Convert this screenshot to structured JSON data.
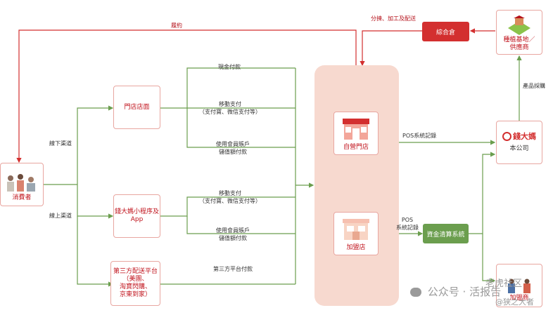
{
  "edges": {
    "fulfillment": "履約",
    "sorting": "分揀、加工及配送",
    "offline": "線下渠道",
    "online": "線上渠道",
    "cash": "現金付款",
    "mobile1": [
      "移動支付",
      "（支付寶、微信支付等）"
    ],
    "member1": [
      "使用會員賬戶",
      "儲值額付款"
    ],
    "mobile2": [
      "移動支付",
      "（支付寶、微信支付等）"
    ],
    "member2": [
      "使用會員賬戶",
      "儲值額付款"
    ],
    "thirdparty_pay": "第三方平台付款",
    "pos1": "POS系統記錄",
    "pos2": [
      "POS",
      "系統記錄"
    ],
    "procurement": "產品採購"
  },
  "nodes": {
    "consumer": "消費者",
    "store_front": "門店店面",
    "mini_app": [
      "錢大媽小程序及",
      "App"
    ],
    "delivery": [
      "第三方配送平台",
      "（美團、",
      "淘寶閃購、",
      "京東到家）"
    ],
    "self_store": "自營門店",
    "franchise": "加盟店",
    "warehouse": "綜合倉",
    "farm": [
      "種植基地／",
      "供應商"
    ],
    "company": "本公司",
    "company_logo": "錢大媽",
    "clearing": "資金清算系統",
    "franchisee": "加盟商"
  },
  "watermark": {
    "wechat": "公众号 · 活报告",
    "site": "老虎社区",
    "author": "@狭之大者"
  },
  "colors": {
    "red": "#d32f2f",
    "green": "#6b9e4e",
    "panel": "#f7d9cf",
    "border": "#e8a6a0"
  }
}
